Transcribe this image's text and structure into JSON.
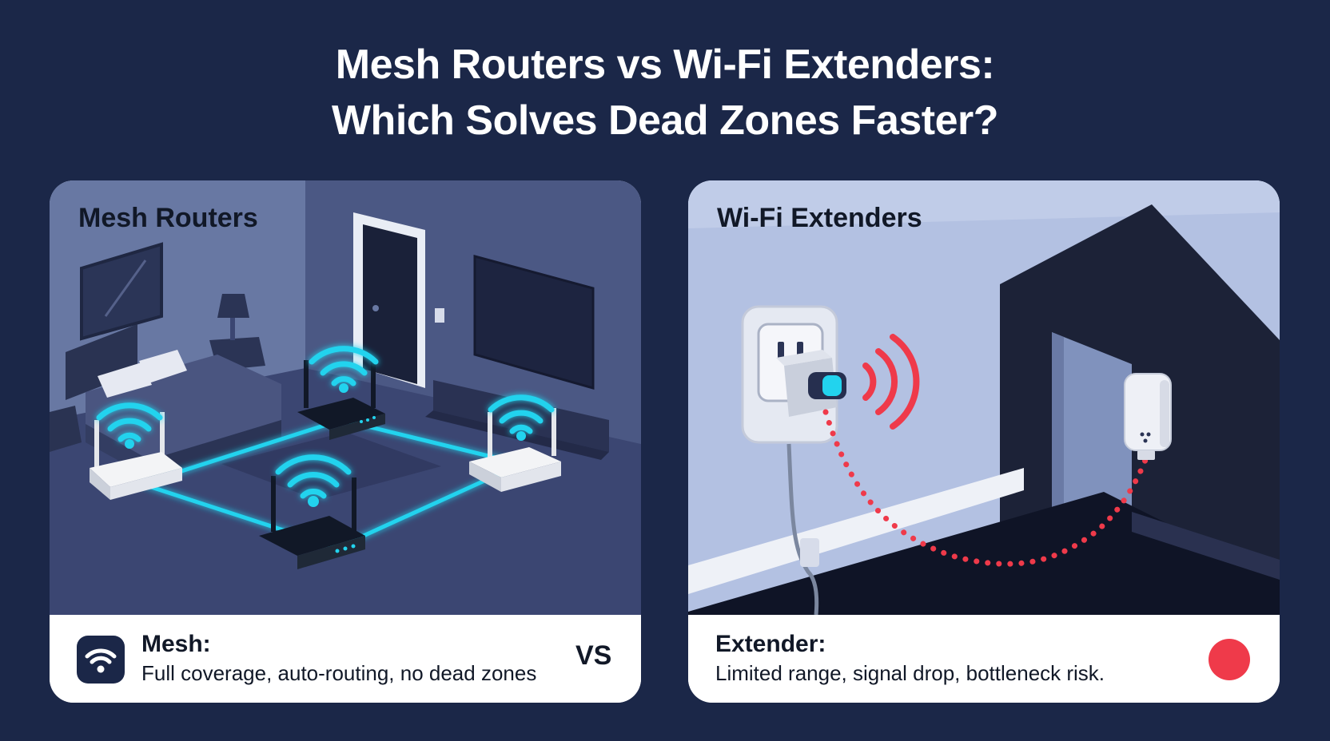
{
  "header": {
    "title_line1": "Mesh Routers vs Wi-Fi Extenders:",
    "title_line2": "Which Solves Dead Zones Faster?"
  },
  "mesh": {
    "label": "Mesh Routers",
    "footer_title": "Mesh:",
    "footer_text": "Full coverage, auto-routing, no dead zones",
    "icon": "wifi-icon",
    "accent": "#22d3ee"
  },
  "comparison": {
    "vs": "VS"
  },
  "extender": {
    "label": "Wi-Fi Extenders",
    "footer_title": "Extender:",
    "footer_text": "Limited range, signal drop, bottleneck risk.",
    "status_color": "#ef3a4a"
  },
  "colors": {
    "background": "#1b2748",
    "signal_good": "#22d3ee",
    "signal_bad": "#ef3a4a"
  }
}
